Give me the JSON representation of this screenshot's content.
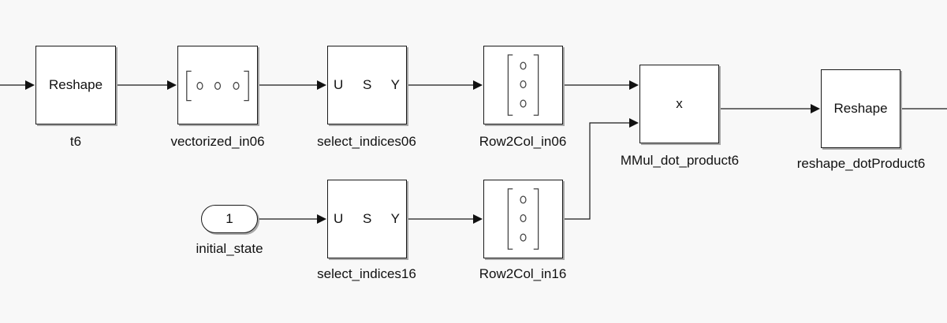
{
  "blocks": {
    "reshape_t6": {
      "text": "Reshape",
      "label": "t6"
    },
    "vectorized_in06": {
      "label": "vectorized_in06"
    },
    "select_indices06": {
      "in": "U",
      "mid": "S",
      "out": "Y",
      "label": "select_indices06"
    },
    "row2col_in06": {
      "label": "Row2Col_in06"
    },
    "mmul": {
      "text": "x",
      "label": "MMul_dot_product6"
    },
    "reshape_dot": {
      "text": "Reshape",
      "label": "reshape_dotProduct6"
    },
    "initial_state": {
      "text": "1",
      "label": "initial_state"
    },
    "select_indices16": {
      "in": "U",
      "mid": "S",
      "out": "Y",
      "label": "select_indices16"
    },
    "row2col_in16": {
      "label": "Row2Col_in16"
    }
  },
  "icons": {
    "vector_concat": "horizontal-vector-bracket-icon",
    "column_vector": "column-vector-bracket-icon"
  }
}
